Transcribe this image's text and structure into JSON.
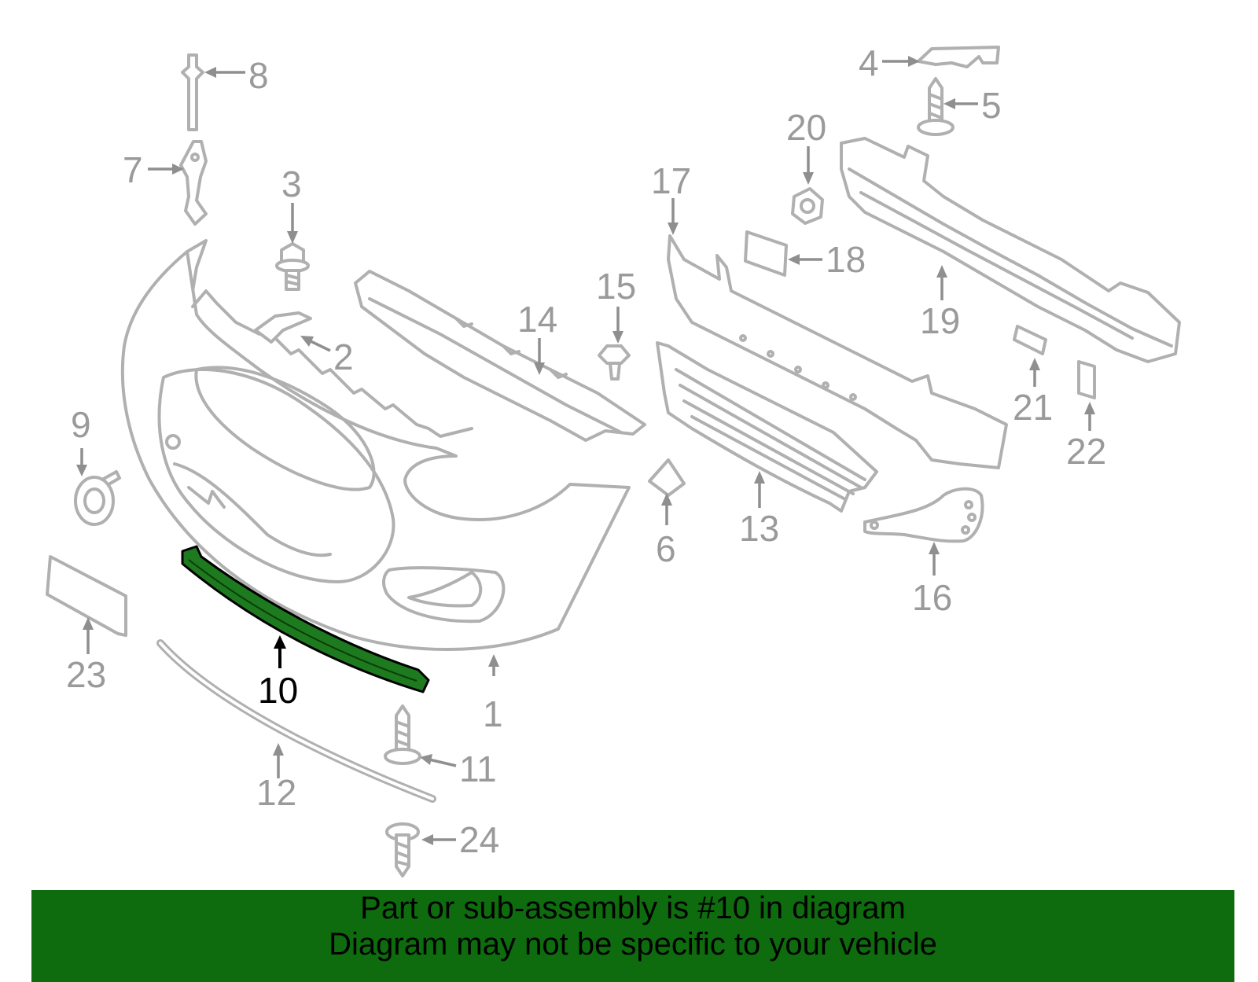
{
  "colors": {
    "banner_background": "#0e6b0e",
    "highlight_part": "#1e7a1e",
    "part_outline": "#b0b0b0",
    "callout_text": "#9a9a9a",
    "highlight_text": "#000000"
  },
  "highlighted_part": "10",
  "callouts": [
    "1",
    "2",
    "3",
    "4",
    "5",
    "6",
    "7",
    "8",
    "9",
    "10",
    "11",
    "12",
    "13",
    "14",
    "15",
    "16",
    "17",
    "18",
    "19",
    "20",
    "21",
    "22",
    "23",
    "24"
  ],
  "banner": {
    "line1": "Part or sub-assembly is #10 in diagram",
    "line2": "Diagram may not be specific to your vehicle"
  }
}
